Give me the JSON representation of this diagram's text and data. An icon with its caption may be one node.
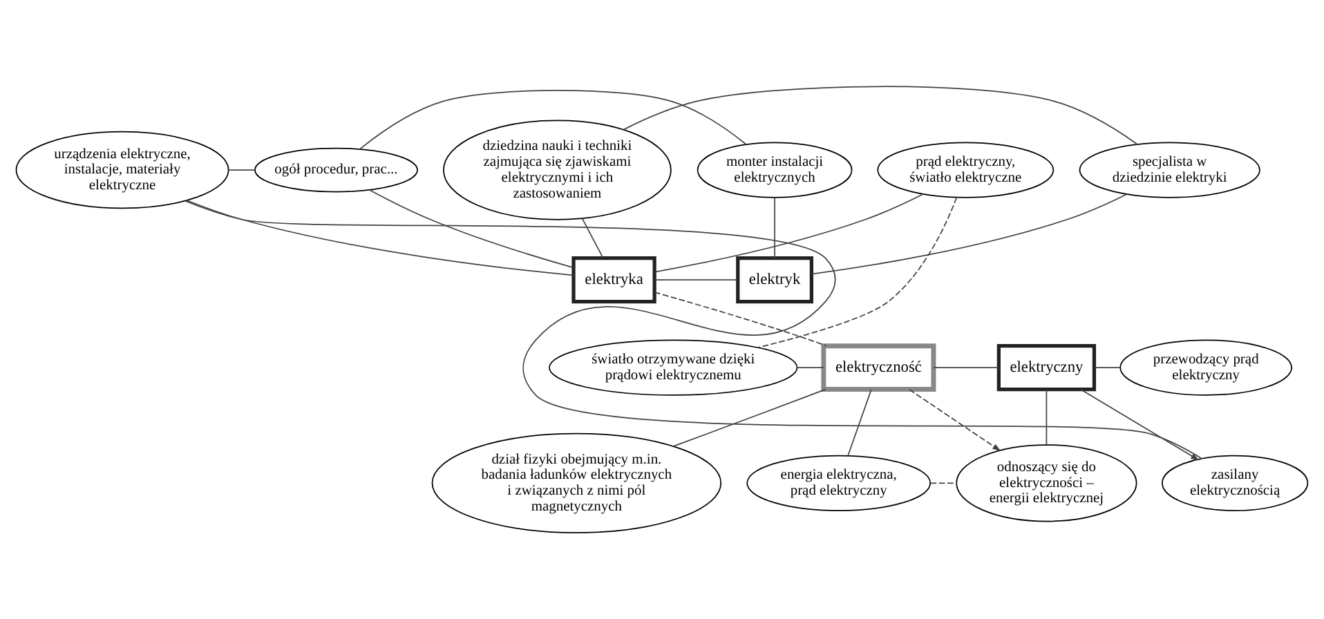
{
  "diagram": {
    "nodes": [
      {
        "text": [
          "urządzenia elektryczne, instalacje, materiały elektryczne"
        ]
      },
      {
        "text": [
          "ogół procedur, prac..."
        ]
      },
      {
        "text": [
          "monter instalacji elektrycznych"
        ]
      },
      {
        "text": [
          "dziedzina nauki i techniki zajmująca się zjawiskami elektrycznymi i ich zastosowaniem"
        ]
      },
      {
        "text": [
          "specjalista w dziedzinie elektryki"
        ]
      },
      {
        "text": [
          "prąd elektryczny, światło elektryczne"
        ]
      },
      {
        "text": [
          "elektryka"
        ]
      },
      {
        "text": [
          "elektryk"
        ]
      },
      {
        "text": [
          "światło otrzymywane dzięki prądowi elektrycznemu"
        ]
      },
      {
        "text": [
          "elektryczność"
        ]
      },
      {
        "text": [
          "elektryczny"
        ]
      },
      {
        "text": [
          "przewodzący prąd elektryczny"
        ]
      },
      {
        "text": [
          "zasilany elektrycznością"
        ]
      },
      {
        "text": [
          "dział fizyki obejmujący m.in. badania ładunków elektrycznych i związanych z nimi pól magnetycznych"
        ]
      },
      {
        "text": [
          "energia elektryczna, prąd elektryczny"
        ]
      },
      {
        "text": [
          "odnoszący się do elektryczności – energii elektrycznej"
        ]
      }
    ],
    "edges": [
      {
        "from": 0,
        "to": 1,
        "arrow": "none"
      },
      {
        "from": 1,
        "to": 2,
        "arrow": "none"
      },
      {
        "from": 0,
        "to": 6,
        "arrow": "none"
      },
      {
        "from": 1,
        "to": 6,
        "arrow": "none"
      },
      {
        "from": 3,
        "to": 6,
        "arrow": "none"
      },
      {
        "from": 3,
        "to": 4,
        "arrow": "none"
      },
      {
        "from": 4,
        "to": 7,
        "arrow": "none"
      },
      {
        "from": 2,
        "to": 7,
        "arrow": "none"
      },
      {
        "from": 5,
        "to": 6,
        "arrow": "none"
      },
      {
        "from": 6,
        "to": 7,
        "arrow": "none"
      },
      {
        "from": 5,
        "to": 8,
        "arrow": "none",
        "style": "dashed"
      },
      {
        "from": 6,
        "to": 9,
        "arrow": "none",
        "style": "dashed"
      },
      {
        "from": 8,
        "to": 9,
        "arrow": "none"
      },
      {
        "from": 9,
        "to": 10,
        "arrow": "none"
      },
      {
        "from": 10,
        "to": 11,
        "arrow": "none"
      },
      {
        "from": 10,
        "to": 15,
        "arrow": "none"
      },
      {
        "from": 10,
        "to": 12,
        "arrow": "to"
      },
      {
        "from": 9,
        "to": 13,
        "arrow": "none"
      },
      {
        "from": 9,
        "to": 14,
        "arrow": "none"
      },
      {
        "from": 9,
        "to": 15,
        "arrow": "to",
        "style": "dashed"
      },
      {
        "from": 14,
        "to": 15,
        "arrow": "none",
        "style": "dashed"
      },
      {
        "from": 0,
        "to": 12,
        "arrow": "none"
      }
    ]
  }
}
